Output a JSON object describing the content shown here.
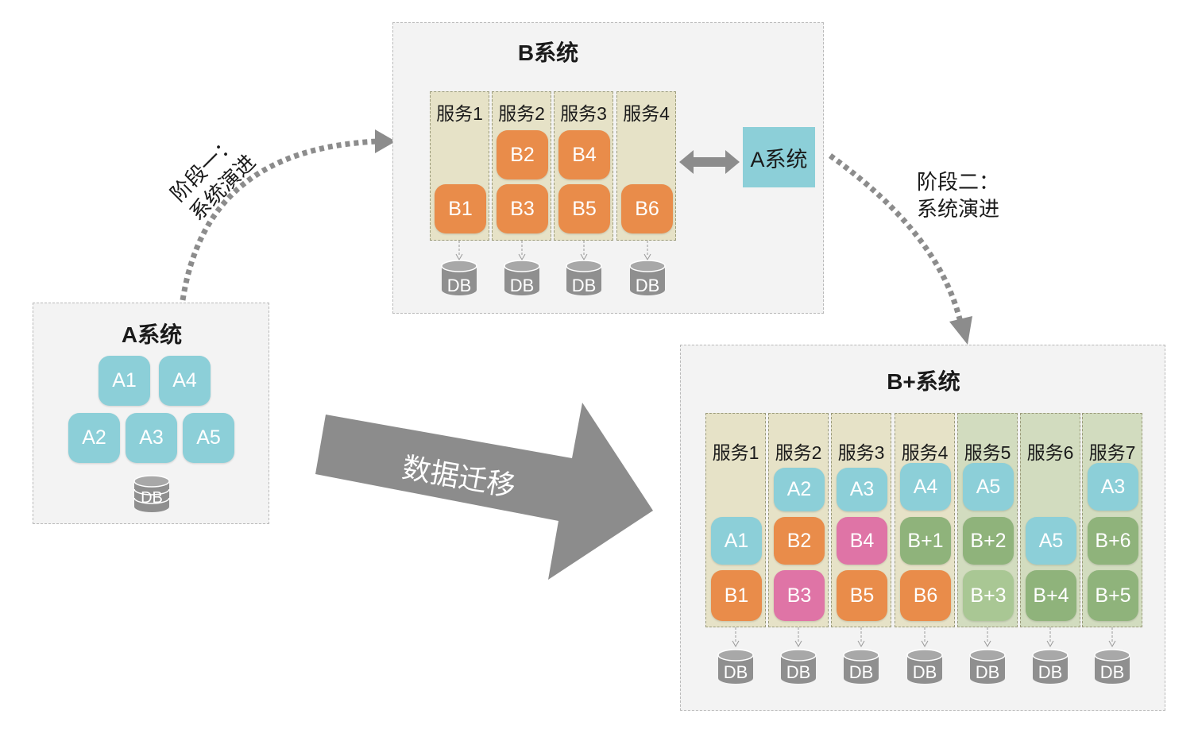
{
  "b_system": {
    "title": "B系统",
    "services": [
      {
        "label": "服务1",
        "blocks": [
          "B1"
        ]
      },
      {
        "label": "服务2",
        "blocks": [
          "B2",
          "B3"
        ]
      },
      {
        "label": "服务3",
        "blocks": [
          "B4",
          "B5"
        ]
      },
      {
        "label": "服务4",
        "blocks": [
          "B6"
        ]
      }
    ],
    "db_label": "DB",
    "a_system_label": "A系统"
  },
  "a_system": {
    "title": "A系统",
    "modules": [
      "A1",
      "A4",
      "A2",
      "A3",
      "A5"
    ],
    "db_label": "DB"
  },
  "stage_one": {
    "line1": "阶段一：",
    "line2": "系统演进"
  },
  "stage_two": {
    "line1": "阶段二：",
    "line2": "系统演进"
  },
  "migration_label": "数据迁移",
  "bplus_system": {
    "title": "B+系统",
    "services": [
      {
        "label": "服务1",
        "blocks": [
          "A1",
          "B1"
        ]
      },
      {
        "label": "服务2",
        "blocks": [
          "A2",
          "B2",
          "B3"
        ]
      },
      {
        "label": "服务3",
        "blocks": [
          "A3",
          "B4",
          "B5"
        ]
      },
      {
        "label": "服务4",
        "blocks": [
          "A4",
          "B+1",
          "B6"
        ]
      },
      {
        "label": "服务5",
        "blocks": [
          "A5",
          "B+2",
          "B+3"
        ]
      },
      {
        "label": "服务6",
        "blocks": [
          "A5",
          "B+4"
        ]
      },
      {
        "label": "服务7",
        "blocks": [
          "A3",
          "B+6",
          "B+5"
        ]
      }
    ],
    "db_label": "DB"
  },
  "colors": {
    "cyan": "#8ccfd8",
    "orange": "#e98c4a",
    "pink": "#df74a6",
    "green": "#8fb37b",
    "beige_column": "#e6e2c7",
    "green_column": "#d2dcbf",
    "arrow_gray": "#8c8c8c"
  }
}
